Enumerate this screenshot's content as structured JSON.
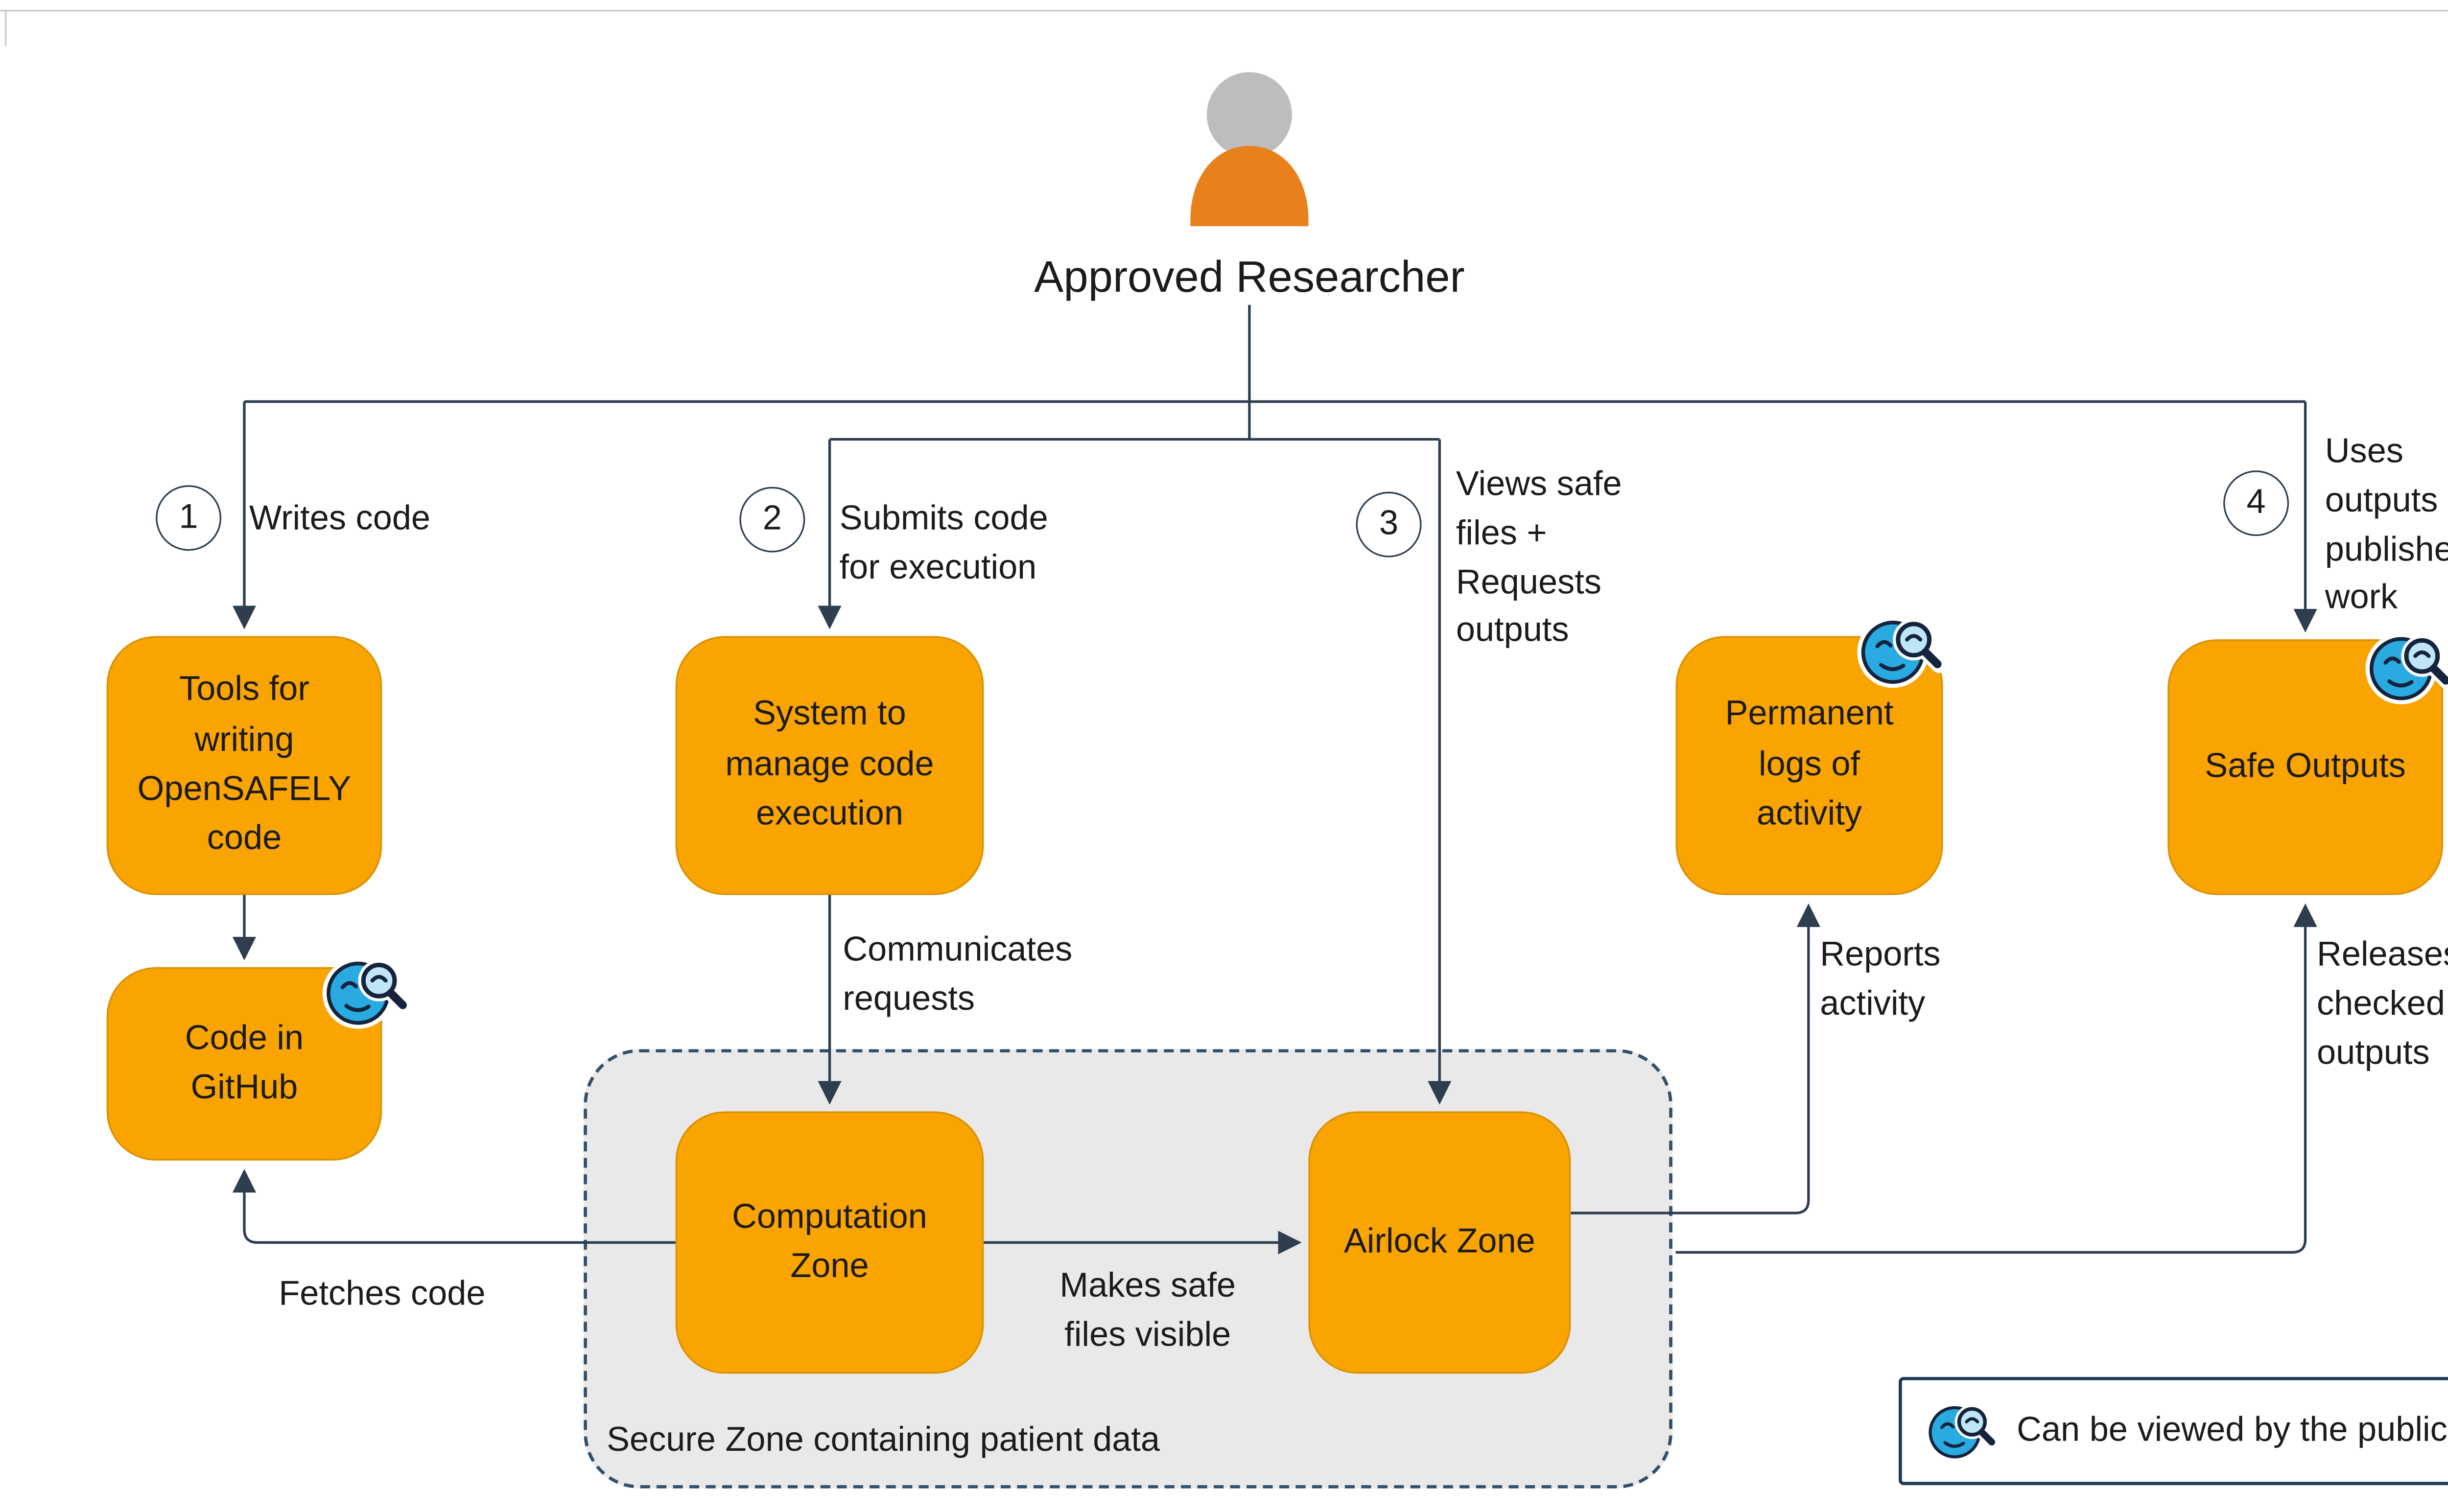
{
  "actor": {
    "label": "Approved Researcher"
  },
  "steps": [
    {
      "number": "1",
      "label": "Writes code"
    },
    {
      "number": "2",
      "label": "Submits code\nfor execution"
    },
    {
      "number": "3",
      "label": "Views safe\nfiles +\nRequests\noutputs"
    },
    {
      "number": "4",
      "label": "Uses\noutputs in\npublished\nwork"
    }
  ],
  "nodes": {
    "tools": {
      "label": "Tools for\nwriting\nOpenSAFELY\ncode",
      "public": false
    },
    "github": {
      "label": "Code in\nGitHub",
      "public": true
    },
    "system": {
      "label": "System to\nmanage code\nexecution",
      "public": false
    },
    "computation": {
      "label": "Computation\nZone",
      "public": false
    },
    "airlock": {
      "label": "Airlock Zone",
      "public": false
    },
    "logs": {
      "label": "Permanent\nlogs of\nactivity",
      "public": true
    },
    "outputs": {
      "label": "Safe Outputs",
      "public": true
    }
  },
  "edges": {
    "communicates": "Communicates\nrequests",
    "fetches": "Fetches code",
    "makes_visible": "Makes safe\nfiles visible",
    "reports": "Reports\nactivity",
    "releases": "Releases\nchecked\noutputs"
  },
  "zone": {
    "label": "Secure Zone containing patient data"
  },
  "legend": {
    "label": "Can be viewed by the public"
  },
  "colors": {
    "node_fill": "#F9A401",
    "node_border": "#DB9000",
    "line": "#2E3E4F",
    "zone_fill": "#E9E9E9",
    "zone_border": "#33506B",
    "icon_blue": "#29ABE2",
    "icon_outline": "#16233C",
    "person_head": "#BDBDBD",
    "person_body": "#E8811B"
  }
}
